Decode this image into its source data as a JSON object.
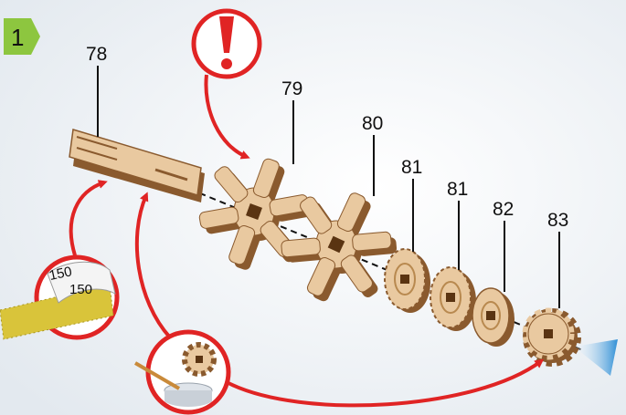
{
  "step": {
    "number": "1"
  },
  "labels": {
    "p78": "78",
    "p79": "79",
    "p80": "80",
    "p81a": "81",
    "p81b": "81",
    "p82": "82",
    "p83": "83"
  },
  "sandpaper": {
    "grit_main": "150",
    "grit_back": "150"
  },
  "colors": {
    "wood": "#e9c9a0",
    "wood_edge": "#8a5a2e",
    "arrow": "#e02424",
    "step_badge": "#8dc63f",
    "axis_cone": "#4aa3e0"
  },
  "icons": {
    "warning": "exclamation-icon",
    "sanding": "sandpaper-icon",
    "glue": "glue-icon"
  }
}
